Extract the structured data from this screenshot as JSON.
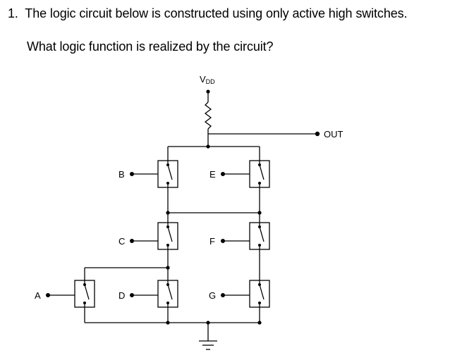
{
  "question": {
    "number": "1.",
    "text": "The logic circuit below is constructed using only active high switches.",
    "prompt": "What logic function is realized by the circuit?"
  },
  "diagram": {
    "supply_label": "V",
    "supply_subscript": "DD",
    "output_label": "OUT",
    "inputs": [
      {
        "id": "A",
        "label": "A"
      },
      {
        "id": "B",
        "label": "B"
      },
      {
        "id": "C",
        "label": "C"
      },
      {
        "id": "D",
        "label": "D"
      },
      {
        "id": "E",
        "label": "E"
      },
      {
        "id": "F",
        "label": "F"
      },
      {
        "id": "G",
        "label": "G"
      }
    ]
  }
}
